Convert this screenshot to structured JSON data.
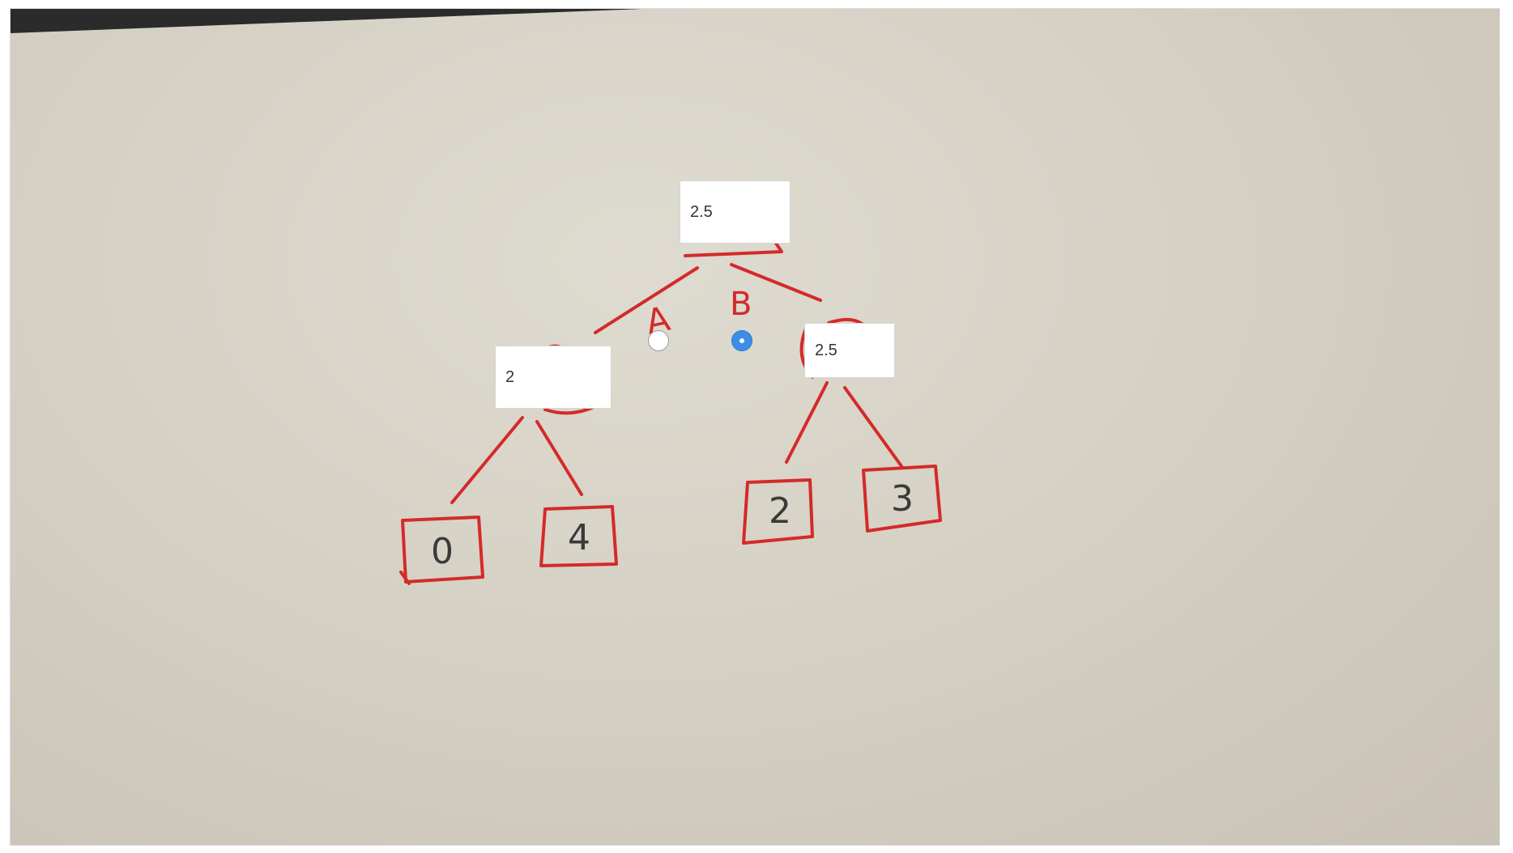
{
  "tree": {
    "root_value": "2.5",
    "branch_labels": [
      "A",
      "B"
    ],
    "left_node_value": "2",
    "right_node_value": "2.5",
    "leaves": [
      "0",
      "4",
      "2",
      "3"
    ]
  },
  "choice": {
    "options": [
      "A",
      "B"
    ],
    "selected": "B"
  },
  "colors": {
    "ink": "#d42a2a",
    "radio_selected": "#3b8ee8",
    "paper": "#d6d1c5"
  }
}
